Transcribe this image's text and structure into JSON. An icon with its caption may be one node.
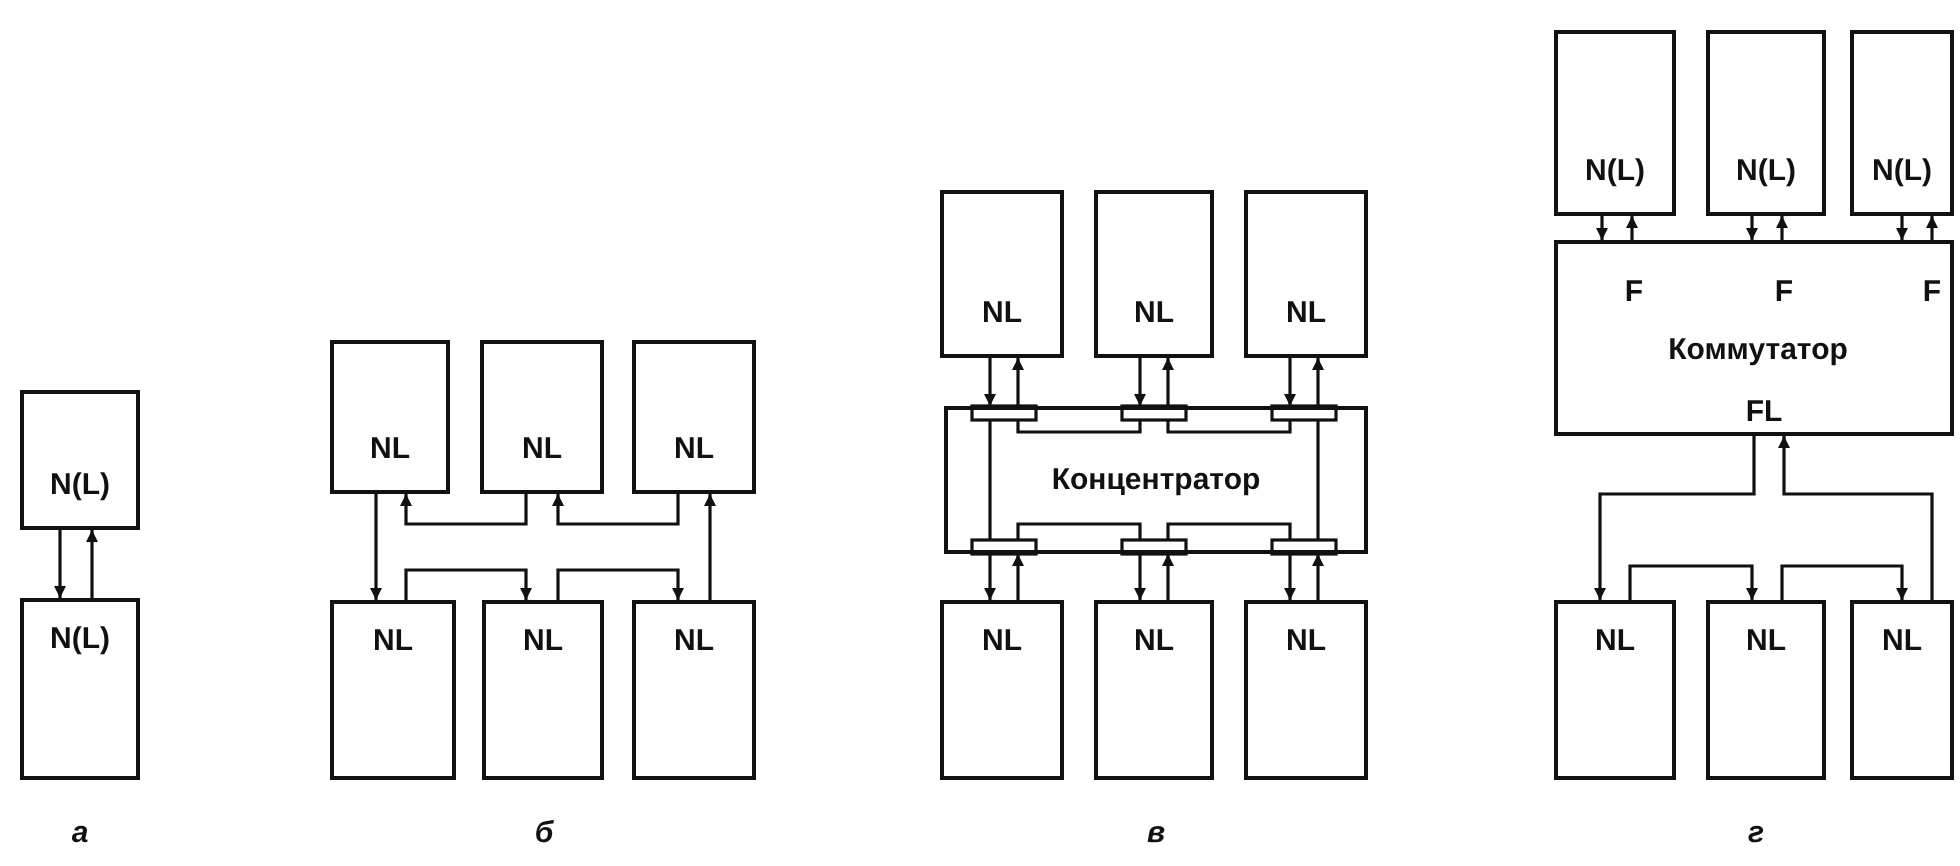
{
  "diagram": {
    "nodes": [
      {
        "text": [
          "N(L)"
        ]
      },
      {
        "text": [
          "N(L)"
        ]
      },
      {
        "text": [
          "NL"
        ]
      },
      {
        "text": [
          "NL"
        ]
      },
      {
        "text": [
          "NL"
        ]
      },
      {
        "text": [
          "NL"
        ]
      },
      {
        "text": [
          "NL"
        ]
      },
      {
        "text": [
          "NL"
        ]
      },
      {
        "text": [
          "NL"
        ]
      },
      {
        "text": [
          "NL"
        ]
      },
      {
        "text": [
          "NL"
        ]
      },
      {
        "text": [
          "Концентратор"
        ]
      },
      {
        "text": [
          "NL"
        ]
      },
      {
        "text": [
          "NL"
        ]
      },
      {
        "text": [
          "NL"
        ]
      },
      {
        "text": [
          "N(L)"
        ]
      },
      {
        "text": [
          "N(L)"
        ]
      },
      {
        "text": [
          "N(L)"
        ]
      },
      {
        "text": [
          "F",
          "F",
          "F",
          "Коммутатор",
          "FL"
        ]
      },
      {
        "text": [
          "NL"
        ]
      },
      {
        "text": [
          "NL"
        ]
      },
      {
        "text": [
          "NL"
        ]
      }
    ],
    "edges": [
      {
        "from": 0,
        "to": 1,
        "arrow": "to"
      },
      {
        "from": 1,
        "to": 0,
        "arrow": "to"
      },
      {
        "from": 2,
        "to": 5,
        "arrow": "to"
      },
      {
        "from": 5,
        "to": 6,
        "arrow": "to"
      },
      {
        "from": 6,
        "to": 7,
        "arrow": "to"
      },
      {
        "from": 7,
        "to": 4,
        "arrow": "to"
      },
      {
        "from": 4,
        "to": 3,
        "arrow": "to"
      },
      {
        "from": 3,
        "to": 2,
        "arrow": "to"
      },
      {
        "from": 8,
        "to": 11,
        "arrow": "to"
      },
      {
        "from": 11,
        "to": 8,
        "arrow": "to"
      },
      {
        "from": 9,
        "to": 11,
        "arrow": "to"
      },
      {
        "from": 11,
        "to": 9,
        "arrow": "to"
      },
      {
        "from": 10,
        "to": 11,
        "arrow": "to"
      },
      {
        "from": 11,
        "to": 10,
        "arrow": "to"
      },
      {
        "from": 11,
        "to": 12,
        "arrow": "to"
      },
      {
        "from": 12,
        "to": 11,
        "arrow": "to"
      },
      {
        "from": 11,
        "to": 13,
        "arrow": "to"
      },
      {
        "from": 13,
        "to": 11,
        "arrow": "to"
      },
      {
        "from": 11,
        "to": 14,
        "arrow": "to"
      },
      {
        "from": 14,
        "to": 11,
        "arrow": "to"
      },
      {
        "from": 15,
        "to": 18,
        "arrow": "to"
      },
      {
        "from": 18,
        "to": 15,
        "arrow": "to"
      },
      {
        "from": 16,
        "to": 18,
        "arrow": "to"
      },
      {
        "from": 18,
        "to": 16,
        "arrow": "to"
      },
      {
        "from": 17,
        "to": 18,
        "arrow": "to"
      },
      {
        "from": 18,
        "to": 17,
        "arrow": "to"
      },
      {
        "from": 18,
        "to": 19,
        "arrow": "to"
      },
      {
        "from": 19,
        "to": 20,
        "arrow": "to"
      },
      {
        "from": 20,
        "to": 21,
        "arrow": "to"
      },
      {
        "from": 21,
        "to": 18,
        "arrow": "to"
      }
    ],
    "labels": [
      "а",
      "б",
      "в",
      "г"
    ]
  }
}
